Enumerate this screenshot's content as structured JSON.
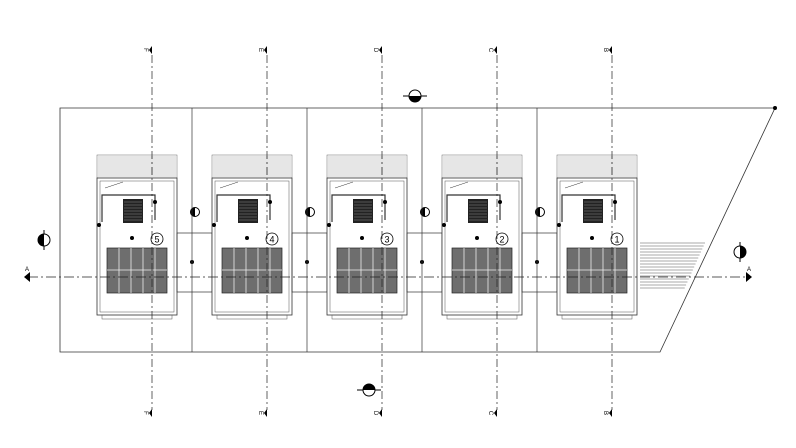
{
  "drawing": {
    "type": "site plan",
    "grid_labels": [
      "F",
      "E",
      "D",
      "C",
      "B"
    ],
    "unit_numbers": [
      "5",
      "4",
      "3",
      "2",
      "1"
    ],
    "section_label": "A",
    "colors": {
      "line": "#333333",
      "panel": "#6e6e6e",
      "dash": "#222222"
    }
  }
}
